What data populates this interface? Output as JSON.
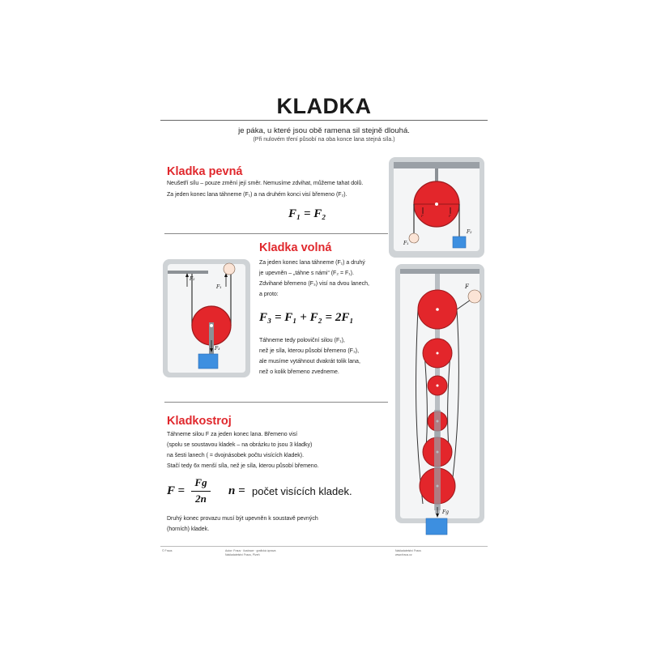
{
  "title": "KLADKA",
  "subtitle": "je páka, u které jsou obě ramena sil stejně dlouhá.",
  "subnote": "(Při nulovém tření působí na oba konce lana stejná síla.)",
  "fixed": {
    "heading": "Kladka pevná",
    "line1": "Neušetří sílu – pouze změní její směr. Nemusíme zdvihat, můžeme tahat dolů.",
    "line2": "Za jeden konec lana táhneme (F₁) a na druhém konci visí břemeno (F₂).",
    "formula": "F₁ = F₂",
    "diagram": {
      "label_r": "r",
      "label_f1": "F₁",
      "label_f2": "F₂"
    }
  },
  "movable": {
    "heading": "Kladka volná",
    "lines": [
      "Za jeden konec lana táhneme (F₁) a druhý",
      "je upevněn – „táhne s námi“ (F₂ = F₁).",
      "Zdvihané břemeno (F₃) visí na dvou lanech,",
      "a proto:"
    ],
    "formula": "F₃ = F₁ + F₂ = 2F₁",
    "lines2": [
      "Táhneme tedy poloviční silou (F₁),",
      "než je síla, kterou působí břemeno (F₃),",
      "ale musíme vytáhnout dvakrát tolik lana,",
      "než o kolik břemeno zvedneme."
    ],
    "diagram": {
      "label_f1": "F₁",
      "label_f2": "F₂",
      "label_f3": "F₃"
    }
  },
  "compound": {
    "heading": "Kladkostroj",
    "lines": [
      "Táhneme silou F za jeden konec lana. Břemeno visí",
      "(spolu se soustavou kladek – na obrázku to jsou 3 kladky)",
      "na šesti lanech ( = dvojnásobek počtu visících kladek).",
      "Stačí tedy 6x menší síla, než je síla, kterou působí břemeno."
    ],
    "formula_lhs": "F =",
    "formula_num": "Fg",
    "formula_den": "2n",
    "formula_n": "n =",
    "formula_n_text": "počet visících kladek.",
    "lines2": [
      "Druhý konec provazu musí být upevněn k soustavě pevných",
      "(horních) kladek."
    ],
    "diagram": {
      "label_f": "F",
      "label_fg": "Fg"
    }
  },
  "footer": {
    "left": "© Fraus",
    "center1": "Autor: Fraus · ilustrace · grafická úprava",
    "center2": "Nakladatelství Fraus, Plzeň",
    "right1": "Nakladatelství Fraus",
    "right2": "www.fraus.cz"
  },
  "colors": {
    "accent": "#e0282d",
    "pulley": "#e3262b",
    "frame": "#cfd3d6",
    "panel": "#f2f3f4",
    "load": "#3d8fe0"
  }
}
